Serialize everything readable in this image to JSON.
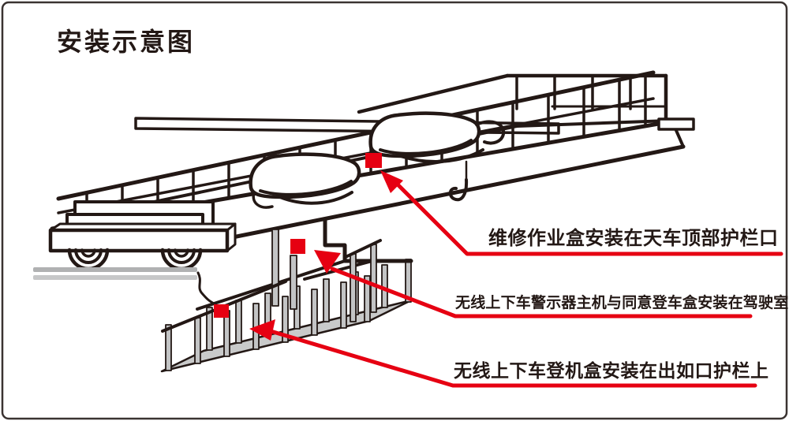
{
  "title": "安装示意图",
  "annotations": [
    {
      "text": "维修作业盒安装在天车顶部护栏口",
      "marker": "red-square-and-arrow"
    },
    {
      "text": "无线上下车警示器主机与同意登车盒安装在驾驶室",
      "marker": "red-square-and-triangle"
    },
    {
      "text": "无线上下车登机盒安装在出如口护栏上",
      "marker": "red-square-and-triangle"
    }
  ],
  "colors": {
    "ink": "#231815",
    "accent_red": "#e60012",
    "rail_gray": "#b0b1b2",
    "rail_gray_light": "#c6c7c8",
    "floor_gray": "#c9caca",
    "post_gray": "#c3c4c5",
    "border": "#3a3331",
    "background": "#ffffff"
  }
}
